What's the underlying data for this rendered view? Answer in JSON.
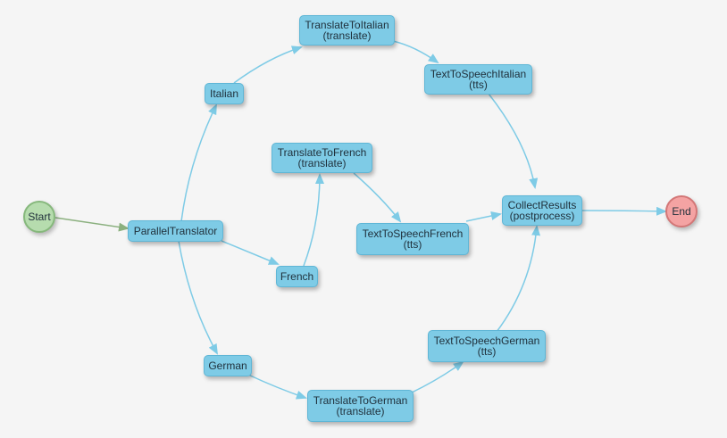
{
  "nodes": {
    "start": {
      "label": "Start"
    },
    "end": {
      "label": "End"
    },
    "parallel_translator": {
      "label": "ParallelTranslator"
    },
    "italian": {
      "label": "Italian"
    },
    "french": {
      "label": "French"
    },
    "german": {
      "label": "German"
    },
    "translate_italian": {
      "label": "TranslateToItalian",
      "sub": "(translate)"
    },
    "translate_french": {
      "label": "TranslateToFrench",
      "sub": "(translate)"
    },
    "translate_german": {
      "label": "TranslateToGerman",
      "sub": "(translate)"
    },
    "tts_italian": {
      "label": "TextToSpeechItalian",
      "sub": "(tts)"
    },
    "tts_french": {
      "label": "TextToSpeechFrench",
      "sub": "(tts)"
    },
    "tts_german": {
      "label": "TextToSpeechGerman",
      "sub": "(tts)"
    },
    "collect_results": {
      "label": "CollectResults",
      "sub": "(postprocess)"
    }
  },
  "colors": {
    "node_fill": "#7ecbe6",
    "edge": "#7ecbe6",
    "start_edge": "#8bb07f",
    "start_fill": "#b6dcae",
    "end_fill": "#f4a3a3"
  }
}
